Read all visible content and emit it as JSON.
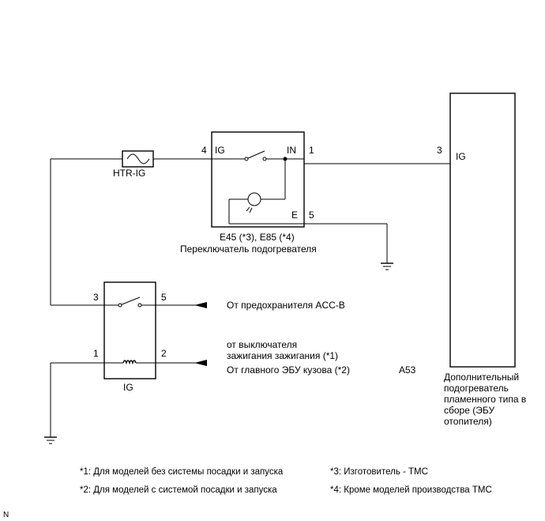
{
  "diagram": {
    "fuse": {
      "label": "HTR-IG"
    },
    "heater_switch": {
      "pin_ig": "4",
      "label_ig": "IG",
      "pin_in": "1",
      "label_in": "IN",
      "pin_e": "5",
      "label_e": "E",
      "connector": "E45 (*3), E85 (*4)",
      "name": "Переключатель подогревателя"
    },
    "heater_ecu": {
      "pin": "3",
      "label": "IG",
      "connector": "A53",
      "name_lines": [
        "Дополнительный",
        "подогреватель",
        "пламенного типа в",
        "сборе (ЭБУ",
        "отопителя)"
      ]
    },
    "ig_relay": {
      "label": "IG",
      "pin_3": "3",
      "pin_5": "5",
      "pin_1": "1",
      "pin_2": "2"
    },
    "sources": {
      "acc_b": "От предохранителя ACC-B",
      "ignition_lines": [
        "от выключателя",
        "зажигания зажигания (*1)",
        "От главного ЭБУ кузова (*2)"
      ]
    },
    "notes": {
      "n1": "*1: Для моделей без системы посадки и запуска",
      "n2": "*2: Для моделей с системой посадки и запуска",
      "n3": "*3: Изготовитель - TMC",
      "n4": "*4: Кроме моделей производства TMC"
    },
    "corner_mark": "N"
  }
}
